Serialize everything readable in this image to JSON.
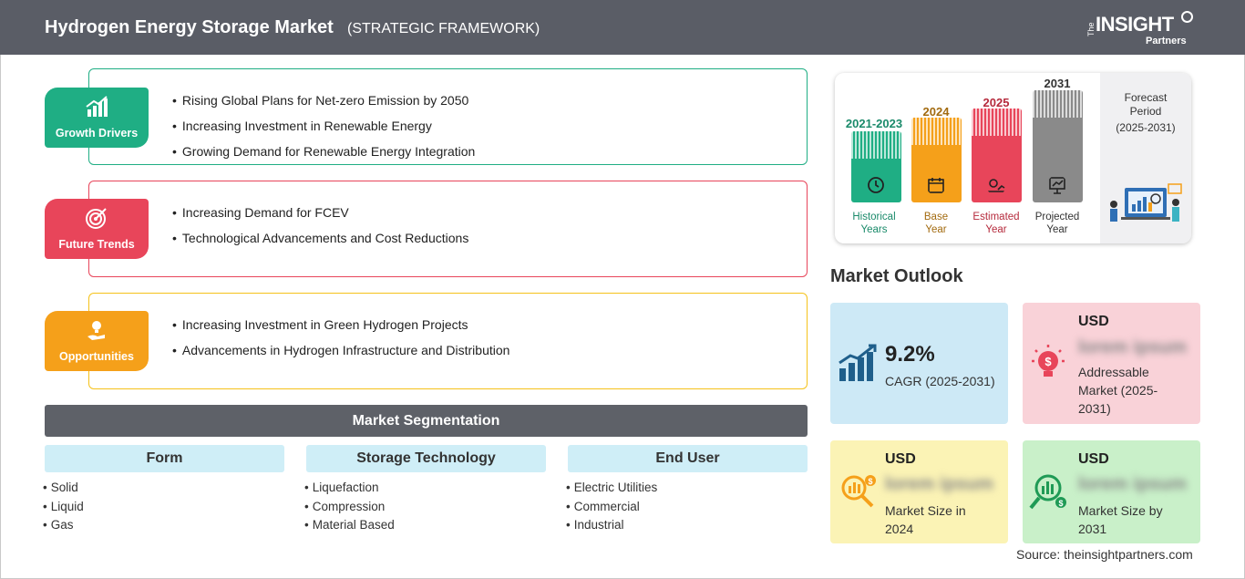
{
  "header": {
    "title": "Hydrogen Energy Storage Market",
    "subtitle": "(STRATEGIC FRAMEWORK)",
    "logo": {
      "the": "The",
      "insight": "INSIGHT",
      "partners": "Partners"
    }
  },
  "framework": [
    {
      "label": "Growth Drivers",
      "color": "#1fae84",
      "icon": "growth-chart-icon",
      "items": [
        "Rising Global Plans for Net-zero Emission by 2050",
        "Increasing Investment in Renewable Energy",
        "Growing Demand for Renewable Energy Integration"
      ]
    },
    {
      "label": "Future Trends",
      "color": "#e8455a",
      "icon": "target-icon",
      "items": [
        "Increasing Demand for FCEV",
        "Technological Advancements and Cost Reductions"
      ]
    },
    {
      "label": "Opportunities",
      "color": "#f5a01a",
      "icon": "lightbulb-hand-icon",
      "items": [
        "Increasing Investment in Green Hydrogen Projects",
        "Advancements in Hydrogen Infrastructure and Distribution"
      ]
    }
  ],
  "segmentation": {
    "title": "Market Segmentation",
    "columns": [
      {
        "header": "Form",
        "items": [
          "Solid",
          "Liquid",
          "Gas"
        ]
      },
      {
        "header": "Storage Technology",
        "items": [
          "Liquefaction",
          "Compression",
          "Material Based"
        ]
      },
      {
        "header": "End User",
        "items": [
          "Electric Utilities",
          "Commercial",
          "Industrial"
        ]
      }
    ]
  },
  "timeline": {
    "bars": [
      {
        "year": "2021-2023",
        "caption_1": "Historical",
        "caption_2": "Years",
        "color": "#1fae84",
        "year_color": "#1a8a6a"
      },
      {
        "year": "2024",
        "caption_1": "Base",
        "caption_2": "Year",
        "color": "#f5a01a",
        "year_color": "#a26a0f"
      },
      {
        "year": "2025",
        "caption_1": "Estimated",
        "caption_2": "Year",
        "color": "#e8455a",
        "year_color": "#b52a3c"
      },
      {
        "year": "2031",
        "caption_1": "Projected",
        "caption_2": "Year",
        "color": "#8a8a8a",
        "year_color": "#333333"
      }
    ],
    "forecast_1": "Forecast",
    "forecast_2": "Period",
    "forecast_3": "(2025-2031)"
  },
  "outlook": {
    "title": "Market Outlook",
    "cagr": {
      "value": "9.2%",
      "label": "CAGR (2025-2031)",
      "bg": "#cde9f6"
    },
    "addressable": {
      "currency": "USD",
      "value": "lorem ipsum",
      "label": "Addressable Market (2025-2031)",
      "bg": "#f9d2d8"
    },
    "size_2024": {
      "currency": "USD",
      "value": "lorem ipsum",
      "label": "Market Size in 2024",
      "bg": "#fbf3b5"
    },
    "size_2031": {
      "currency": "USD",
      "value": "lorem ipsum",
      "label": "Market Size by 2031",
      "bg": "#c9f0c9"
    }
  },
  "source": "Source: theinsightpartners.com"
}
